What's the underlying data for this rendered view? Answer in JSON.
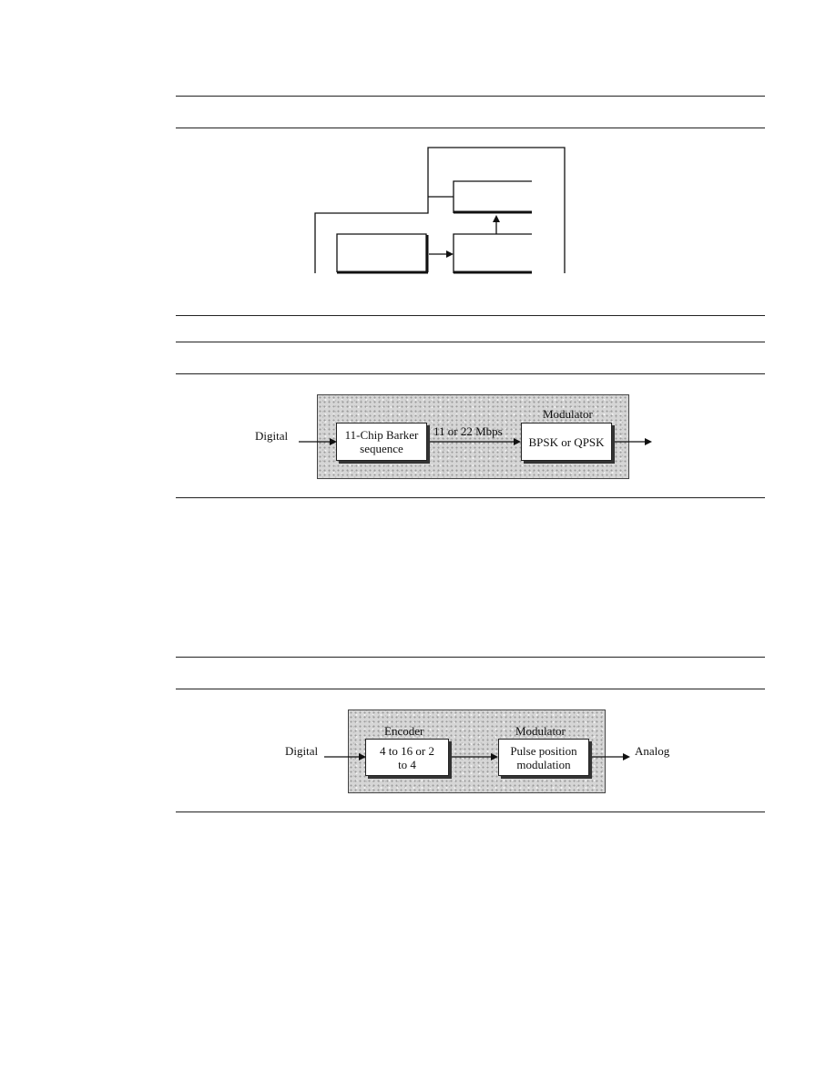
{
  "figure1": {
    "description_note": ""
  },
  "figure2": {
    "input_label": "Digital",
    "box1_label": "11-Chip Barker sequence",
    "rate_label": "11 or 22 Mbps",
    "modulator_title": "Modulator",
    "box2_label": "BPSK or QPSK"
  },
  "figure3": {
    "input_label": "Digital",
    "encoder_title": "Encoder",
    "box1_label": "4 to 16 or 2 to 4",
    "modulator_title": "Modulator",
    "box2_label": "Pulse position modulation",
    "output_label": "Analog"
  },
  "colors": {
    "line": "#111111",
    "panel": "#d6d6d6"
  }
}
